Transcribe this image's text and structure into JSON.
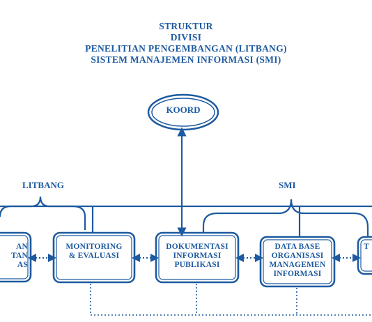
{
  "title": {
    "lines": [
      "STRUKTUR",
      "DIVISI",
      "PENELITIAN PENGEMBANGAN  (LITBANG)",
      "SISTEM MANAJEMEN INFORMASI  (SMI)"
    ]
  },
  "coordinator": {
    "label": "KOORD"
  },
  "groups": {
    "left": "LITBANG",
    "right": "SMI"
  },
  "boxes": {
    "partial_left": [
      "AN",
      "TAN",
      "AS"
    ],
    "monitoring": [
      "MONITORING",
      "& EVALUASI"
    ],
    "dokumentasi": [
      "DOKUMENTASI",
      "INFORMASI",
      "PUBLIKASI"
    ],
    "database": [
      "DATA BASE",
      "ORGANISASI",
      "MANAGEMEN",
      "INFORMASI"
    ],
    "partial_right": [
      "T"
    ]
  },
  "colors": {
    "stroke": "#1d5aa0",
    "background": "#ffffff"
  }
}
